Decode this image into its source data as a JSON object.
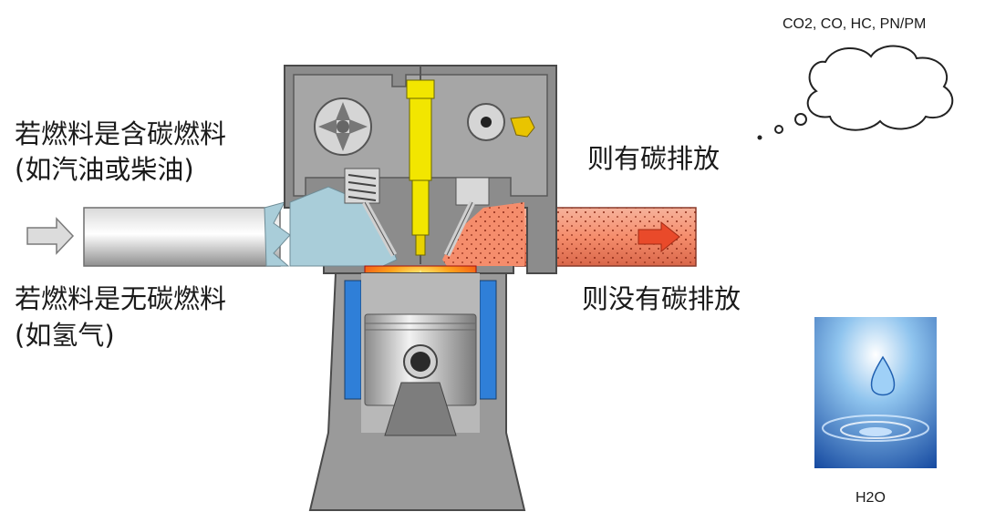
{
  "left": {
    "carbon_fuel_line1": "若燃料是含碳燃料",
    "carbon_fuel_line2": "(如汽油或柴油)",
    "noncarbon_fuel_line1": "若燃料是无碳燃料",
    "noncarbon_fuel_line2": "(如氢气)"
  },
  "right": {
    "carbon_emission": "则有碳排放",
    "no_carbon_emission": "则没有碳排放"
  },
  "cloud": {
    "emissions": "CO2, CO, HC, PN/PM"
  },
  "water": {
    "label": "H2O"
  },
  "colors": {
    "engine_body": "#8c8c8c",
    "intake_gas": "#a9cdd9",
    "exhaust_gas": "#f08a6a",
    "injector": "#f2e600",
    "combustion": "#ff3a1a",
    "coolant": "#2f7fd8",
    "water_bg": "#1f5fb0"
  },
  "icons": [
    "arrow-right-icon",
    "fan-icon",
    "spark-plug-icon",
    "thought-cloud-icon",
    "water-drop-icon"
  ]
}
